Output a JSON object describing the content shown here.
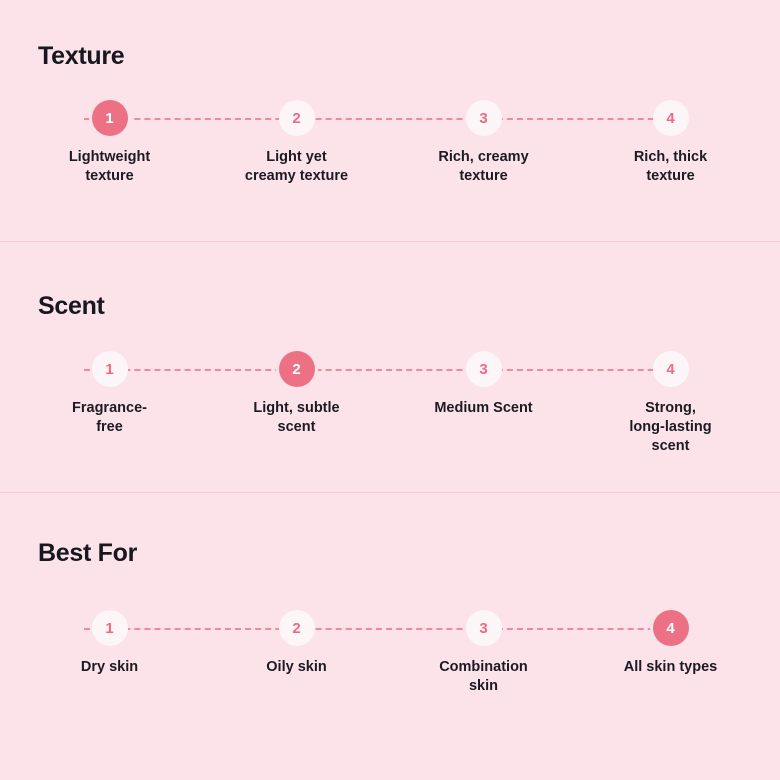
{
  "theme": {
    "background": "#FCE3E9",
    "accent": "#EC7185",
    "accent_text": "#EE6A81",
    "bullet_inactive_bg": "#FDF6F8",
    "divider": "#F7C9D5",
    "text": "#1B1B23"
  },
  "sections": [
    {
      "title": "Texture",
      "active_index": 1,
      "steps": [
        {
          "number": "1",
          "label": "Lightweight\ntexture"
        },
        {
          "number": "2",
          "label": "Light yet\ncreamy texture"
        },
        {
          "number": "3",
          "label": "Rich, creamy\ntexture"
        },
        {
          "number": "4",
          "label": "Rich, thick\ntexture"
        }
      ]
    },
    {
      "title": "Scent",
      "active_index": 2,
      "steps": [
        {
          "number": "1",
          "label": "Fragrance-\nfree"
        },
        {
          "number": "2",
          "label": "Light, subtle\nscent"
        },
        {
          "number": "3",
          "label": "Medium Scent"
        },
        {
          "number": "4",
          "label": "Strong,\nlong-lasting\nscent"
        }
      ]
    },
    {
      "title": "Best For",
      "active_index": 4,
      "steps": [
        {
          "number": "1",
          "label": "Dry skin"
        },
        {
          "number": "2",
          "label": "Oily skin"
        },
        {
          "number": "3",
          "label": "Combination\nskin"
        },
        {
          "number": "4",
          "label": "All skin types"
        }
      ]
    }
  ]
}
